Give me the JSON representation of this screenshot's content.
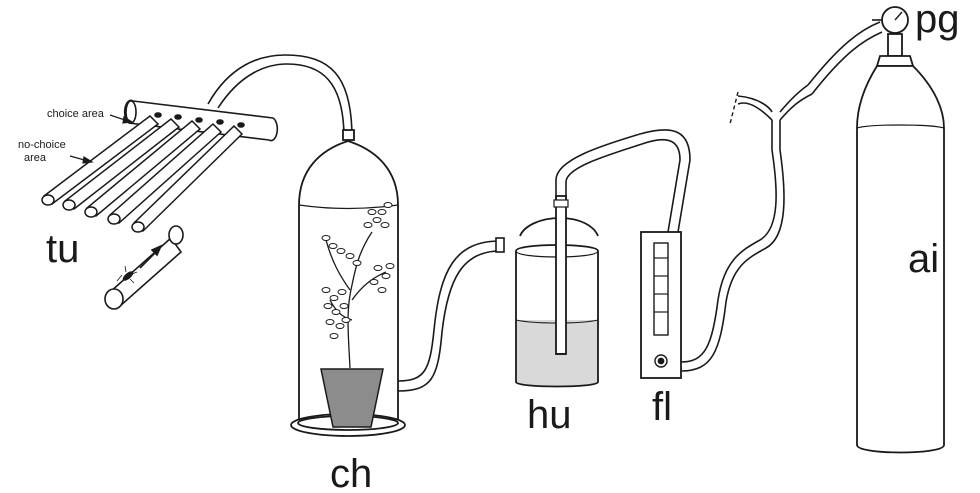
{
  "labels": {
    "tu": "tu",
    "ch": "ch",
    "hu": "hu",
    "fl": "fl",
    "ai": "ai",
    "pg": "pg",
    "choice_area": "choice area",
    "no_choice_area_line1": "no-choice",
    "no_choice_area_line2": "area"
  },
  "colors": {
    "stroke": "#1a1a1a",
    "pot_fill": "#8c8c8c",
    "water_fill": "#d9d9d9",
    "background": "#ffffff"
  },
  "icons": {
    "insect": "insect-icon",
    "plant": "plant-icon",
    "pressure_gauge": "pressure-gauge-icon"
  }
}
